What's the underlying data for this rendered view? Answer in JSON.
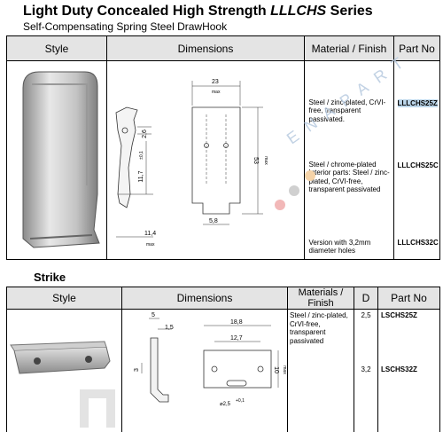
{
  "header": {
    "title_main": "Light Duty Concealed High Strength ",
    "title_italic": "LLLCHS",
    "title_end": " Series",
    "subtitle": "Self-Compensating Spring Steel DrawHook"
  },
  "table1": {
    "headers": [
      "Style",
      "Dimensions",
      "Material / Finish",
      "Part No"
    ],
    "rows": [
      {
        "material": "Steel / zinc-plated, CrVI-free, transparent passivated.",
        "part": "LLLCHS25Z"
      },
      {
        "material": "Steel / chrome-plated Interior parts: Steel / zinc-plated, CrVI-free, transparent passivated",
        "part": "LLLCHS25C"
      },
      {
        "material": "Version with 3,2mm diameter holes",
        "part": "LLLCHS32C"
      }
    ],
    "dims": {
      "width": "23",
      "max": "max",
      "height": "53",
      "hole": "2,6",
      "depth": "11,7",
      "depth_tol": "±0,1",
      "base": "11,4",
      "base_max": "max",
      "slot": "5,8"
    }
  },
  "strike": {
    "label": "Strike",
    "headers": [
      "Style",
      "Dimensions",
      "Materials / Finish",
      "D",
      "Part No"
    ],
    "material": "Steel / zinc-plated, CrVI-free, transparent passivated",
    "rows": [
      {
        "d": "2,5",
        "part": "LSCHS25Z"
      },
      {
        "d": "3,2",
        "part": "LSCHS32Z"
      }
    ],
    "dims": {
      "top": "5",
      "inner": "1,5",
      "width": "18,8",
      "inner_w": "12,7",
      "height": "10",
      "max": "max",
      "left": "3",
      "hole": "2,5",
      "hole_tol": "+0,1"
    }
  },
  "watermark": "ENAPART"
}
